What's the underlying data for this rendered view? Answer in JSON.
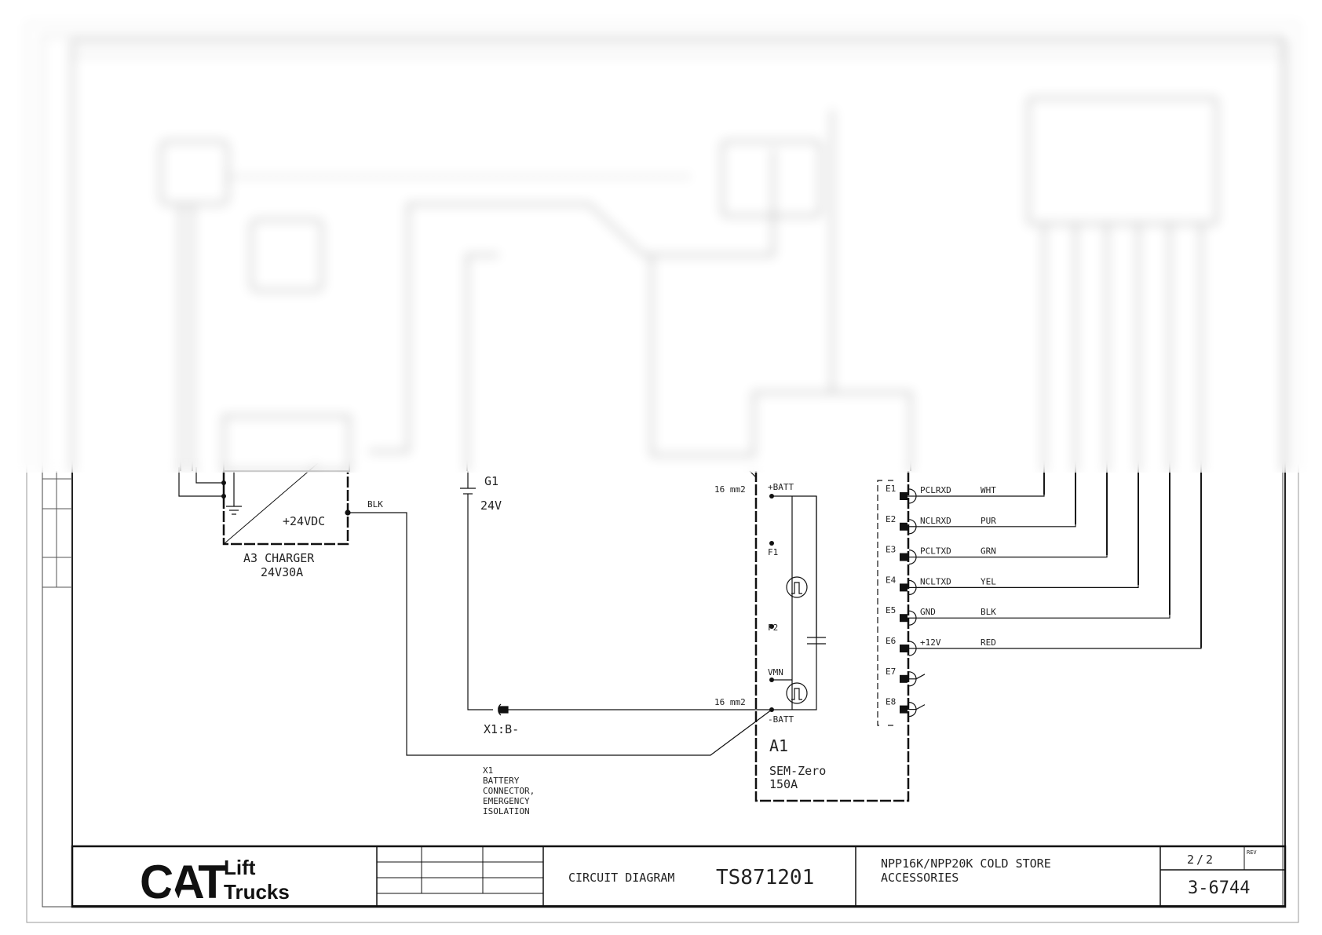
{
  "logo": {
    "brand": "CAT",
    "line1": "Lift",
    "line2": "Trucks"
  },
  "title_block": {
    "doc_type": "CIRCUIT DIAGRAM",
    "doc_number": "TS871201",
    "description_line1": "NPP16K/NPP20K COLD STORE",
    "description_line2": "ACCESSORIES",
    "sheet": "2/2",
    "rev_label": "REV",
    "drawing_number": "3-6744"
  },
  "charger": {
    "output": "+24VDC",
    "name": "A3 CHARGER",
    "rating": "24V30A",
    "wire_color": "BLK"
  },
  "battery": {
    "name": "G1",
    "voltage": "24V"
  },
  "connector": {
    "name": "X1:B-",
    "note_lines": [
      "X1",
      "BATTERY",
      "CONNECTOR,",
      "EMERGENCY",
      "ISOLATION"
    ]
  },
  "controller": {
    "name": "A1",
    "model": "SEM-Zero",
    "rating": "150A",
    "pins": {
      "batt_pos": "+BATT",
      "f1": "F1",
      "f2": "F2",
      "vmn": "VMN",
      "batt_neg": "-BATT"
    },
    "wire_size_top": "16 mm2",
    "wire_size_bottom": "16 mm2"
  },
  "terminals": [
    {
      "id": "E1",
      "signal": "PCLRXD",
      "color": "WHT"
    },
    {
      "id": "E2",
      "signal": "NCLRXD",
      "color": "PUR"
    },
    {
      "id": "E3",
      "signal": "PCLTXD",
      "color": "GRN"
    },
    {
      "id": "E4",
      "signal": "NCLTXD",
      "color": "YEL"
    },
    {
      "id": "E5",
      "signal": "GND",
      "color": "BLK"
    },
    {
      "id": "E6",
      "signal": "+12V",
      "color": "RED"
    },
    {
      "id": "E7",
      "signal": "",
      "color": ""
    },
    {
      "id": "E8",
      "signal": "",
      "color": ""
    }
  ],
  "colors": {
    "line": "#1a1a1a",
    "paper": "#ffffff"
  }
}
